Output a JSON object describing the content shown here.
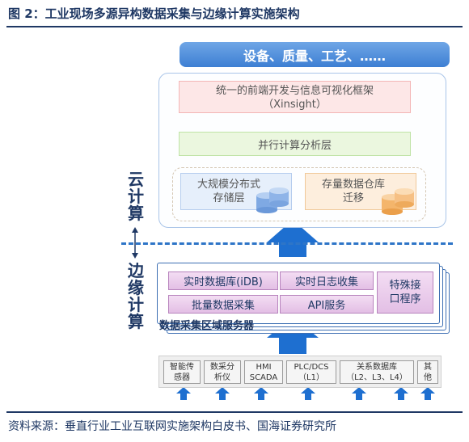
{
  "figure": {
    "caption": "图 2：工业现场多源异构数据采集与边缘计算实施架构",
    "source": "资料来源：垂直行业工业互联网实施架构白皮书、国海证券研究所"
  },
  "cloud": {
    "banner": "设备、质量、工艺、……",
    "viz_line1": "统一的前端开发与信息可视化框架",
    "viz_line2": "（Xinsight）",
    "calc_layer": "并行计算分析层",
    "storage_line1": "大规模分布式",
    "storage_line2": "存储层",
    "warehouse_line1": "存量数据仓库",
    "warehouse_line2": "迁移",
    "label": [
      "云",
      "计",
      "算"
    ]
  },
  "edge": {
    "label": [
      "边",
      "缘",
      "计",
      "算"
    ],
    "realtime_db": "实时数据库(iDB)",
    "realtime_log": "实时日志收集",
    "batch_collect": "批量数据采集",
    "api_service": "API服务",
    "special_line1": "特殊接",
    "special_line2": "口程序",
    "server_name": "数据采集区域服务器"
  },
  "devices": [
    {
      "line1": "智能传",
      "line2": "感器"
    },
    {
      "line1": "数采分",
      "line2": "析仪"
    },
    {
      "line1": "HMI",
      "line2": "SCADA"
    },
    {
      "line1": "PLC/DCS",
      "line2": "（L1）"
    },
    {
      "line1": "关系数据库",
      "line2": "（L2、L3、L4）"
    },
    {
      "line1": "其",
      "line2": "他"
    }
  ],
  "colors": {
    "title_navy": "#1f3864",
    "banner_blue": "#4a8ad9",
    "arrow_blue": "#1e6fd0",
    "divider_blue": "#2e75c7",
    "edge_cell_purple": "#e3bfe5",
    "viz_pink": "#fde7e7",
    "calc_green": "#ebf7df",
    "storage_blue": "#e6effb",
    "warehouse_orange": "#fdeedd"
  }
}
